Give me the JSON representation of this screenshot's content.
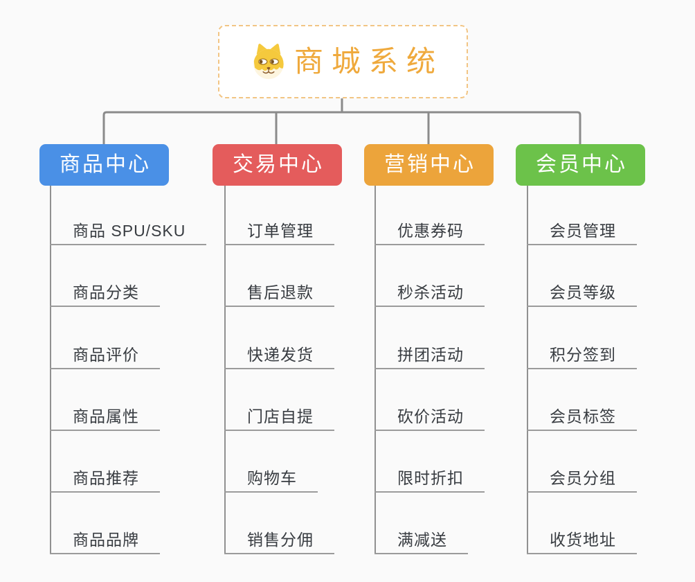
{
  "page": {
    "background_color": "#fafafa",
    "connector_color": "#8b8b8b",
    "underline_color": "#9b9b9b",
    "leaf_text_color": "#383c41"
  },
  "root": {
    "title": "商城系统",
    "icon": "shiba-dog-face-icon",
    "text_color": "#efa93c",
    "border_color": "#f2c584"
  },
  "branches": [
    {
      "label": "商品中心",
      "color": "#4a90e6",
      "items": [
        "商品 SPU/SKU",
        "商品分类",
        "商品评价",
        "商品属性",
        "商品推荐",
        "商品品牌"
      ]
    },
    {
      "label": "交易中心",
      "color": "#e45c5c",
      "items": [
        "订单管理",
        "售后退款",
        "快递发货",
        "门店自提",
        "购物车",
        "销售分佣"
      ]
    },
    {
      "label": "营销中心",
      "color": "#eca43b",
      "items": [
        "优惠券码",
        "秒杀活动",
        "拼团活动",
        "砍价活动",
        "限时折扣",
        "满减送"
      ]
    },
    {
      "label": "会员中心",
      "color": "#6cc24a",
      "items": [
        "会员管理",
        "会员等级",
        "积分签到",
        "会员标签",
        "会员分组",
        "收货地址"
      ]
    }
  ]
}
